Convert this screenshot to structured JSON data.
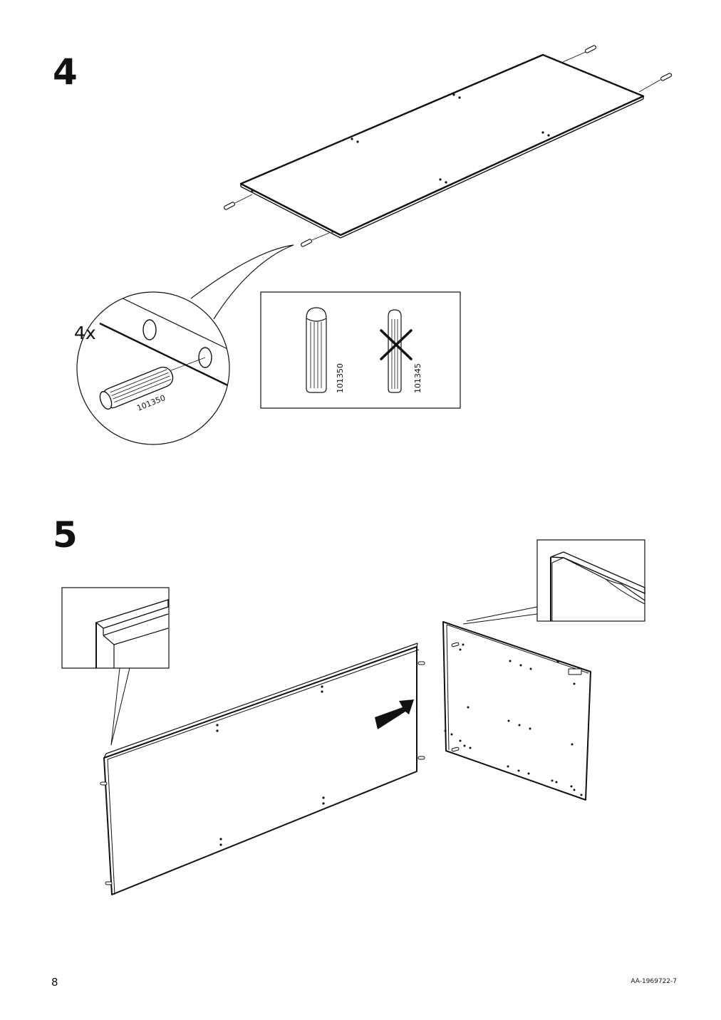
{
  "page": {
    "page_number": "8",
    "document_code": "AA-1969722-7"
  },
  "step4": {
    "number": "4",
    "quantity": "4x",
    "dowel_part": "101350",
    "correct_part": "101350",
    "wrong_part": "101345"
  },
  "step5": {
    "number": "5"
  },
  "icons": {
    "wrong": "cross-icon",
    "direction": "arrow-icon"
  }
}
